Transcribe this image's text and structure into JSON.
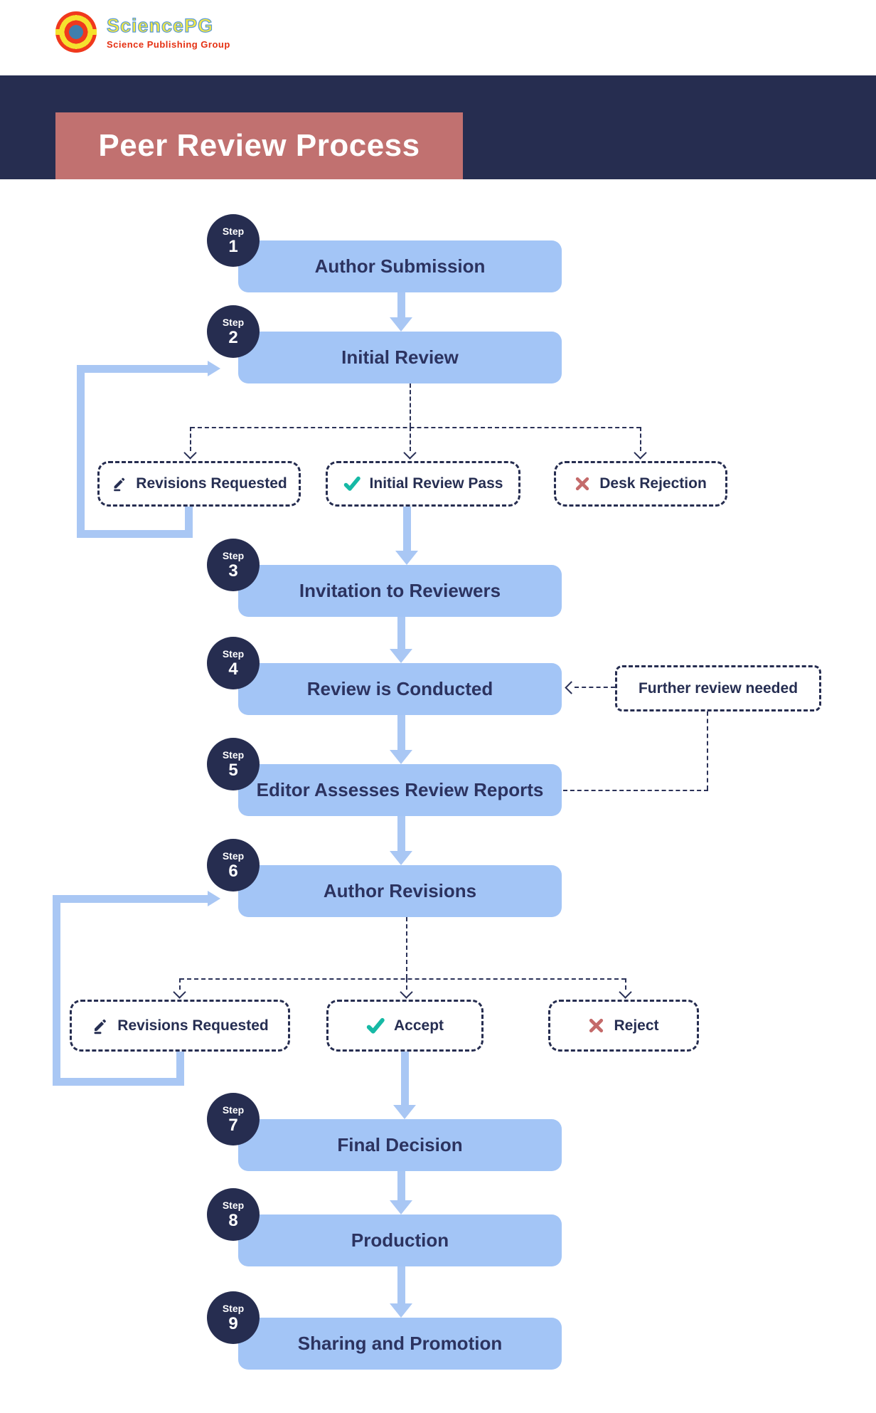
{
  "header": {
    "brand": "SciencePG",
    "tagline": "Science Publishing Group",
    "title": "Peer Review Process"
  },
  "steps": [
    {
      "tag": "Step",
      "num": "1",
      "label": "Author Submission"
    },
    {
      "tag": "Step",
      "num": "2",
      "label": "Initial Review"
    },
    {
      "tag": "Step",
      "num": "3",
      "label": "Invitation to Reviewers"
    },
    {
      "tag": "Step",
      "num": "4",
      "label": "Review is Conducted"
    },
    {
      "tag": "Step",
      "num": "5",
      "label": "Editor Assesses Review Reports"
    },
    {
      "tag": "Step",
      "num": "6",
      "label": "Author Revisions"
    },
    {
      "tag": "Step",
      "num": "7",
      "label": "Final Decision"
    },
    {
      "tag": "Step",
      "num": "8",
      "label": "Production"
    },
    {
      "tag": "Step",
      "num": "9",
      "label": "Sharing and Promotion"
    }
  ],
  "branches": {
    "row1": [
      {
        "icon": "pen-icon",
        "label": "Revisions Requested"
      },
      {
        "icon": "check-icon",
        "label": "Initial Review Pass"
      },
      {
        "icon": "x-icon",
        "label": "Desk Rejection"
      }
    ],
    "row2": [
      {
        "icon": "pen-icon",
        "label": "Revisions Requested"
      },
      {
        "icon": "check-icon",
        "label": "Accept"
      },
      {
        "icon": "x-icon",
        "label": "Reject"
      }
    ]
  },
  "notes": {
    "further_review": "Further review needed"
  },
  "colors": {
    "navy": "#262d50",
    "text_navy": "#2c3360",
    "box_blue": "#a3c5f6",
    "arrow_blue": "#a9c7f4",
    "title_banner": "#c17170",
    "check_teal": "#16b9a5",
    "reject_red": "#c46a6a",
    "logo_yellow": "#f5e843",
    "logo_red": "#e53012"
  }
}
